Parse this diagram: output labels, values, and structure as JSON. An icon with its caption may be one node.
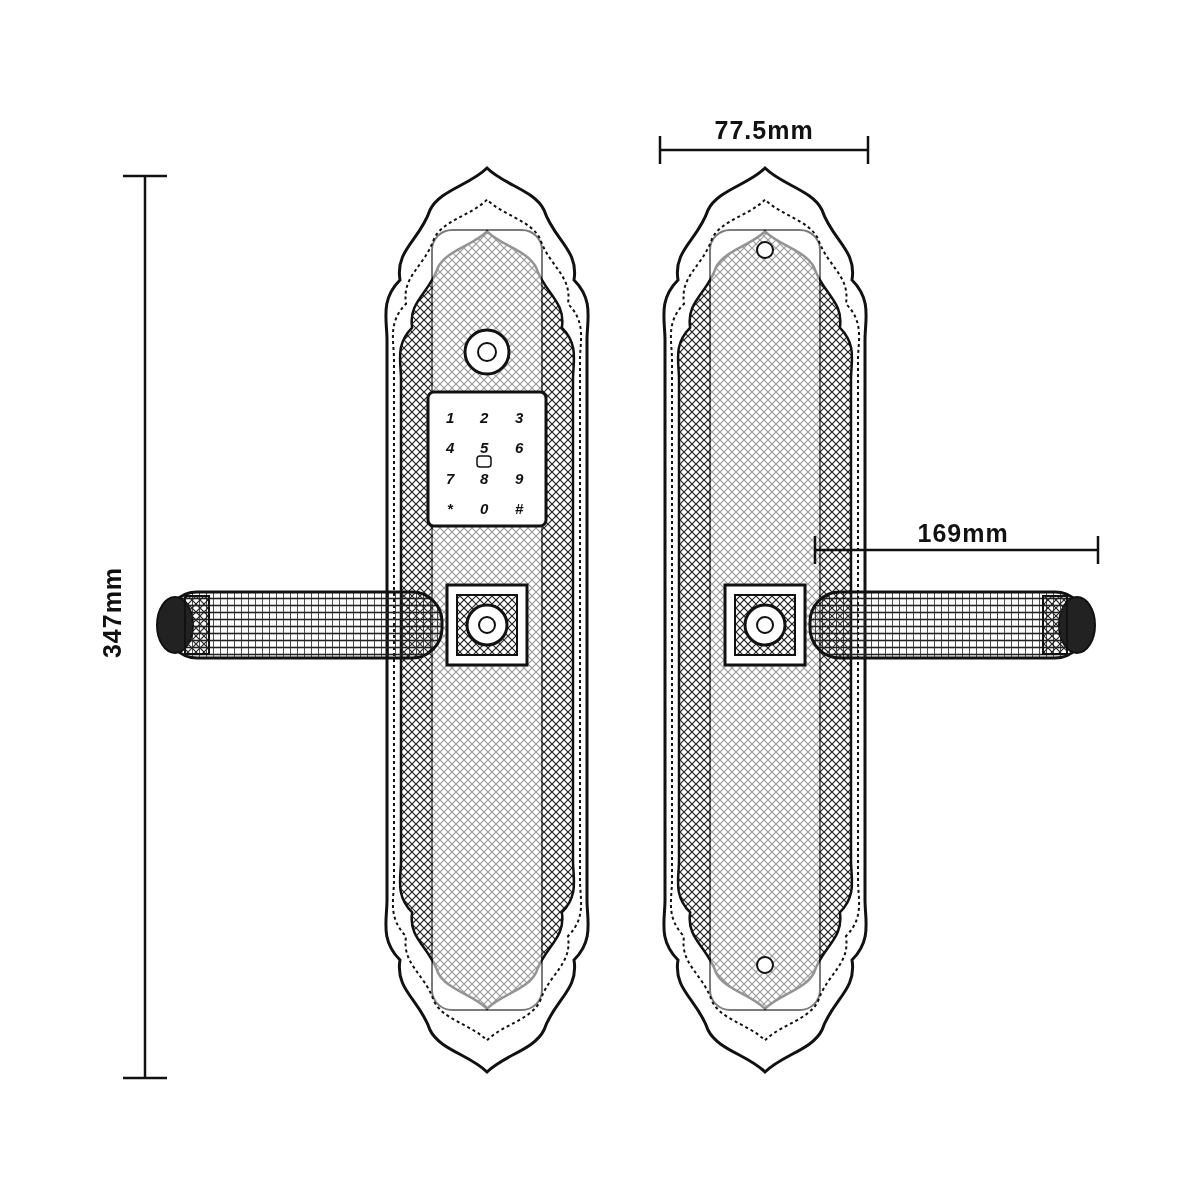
{
  "diagram": {
    "labels": [
      "77.5mm",
      "347mm",
      "1",
      "2",
      "3",
      "4",
      "5",
      "6",
      "7",
      "8",
      "9",
      "*",
      "0",
      "#",
      "169mm"
    ]
  }
}
